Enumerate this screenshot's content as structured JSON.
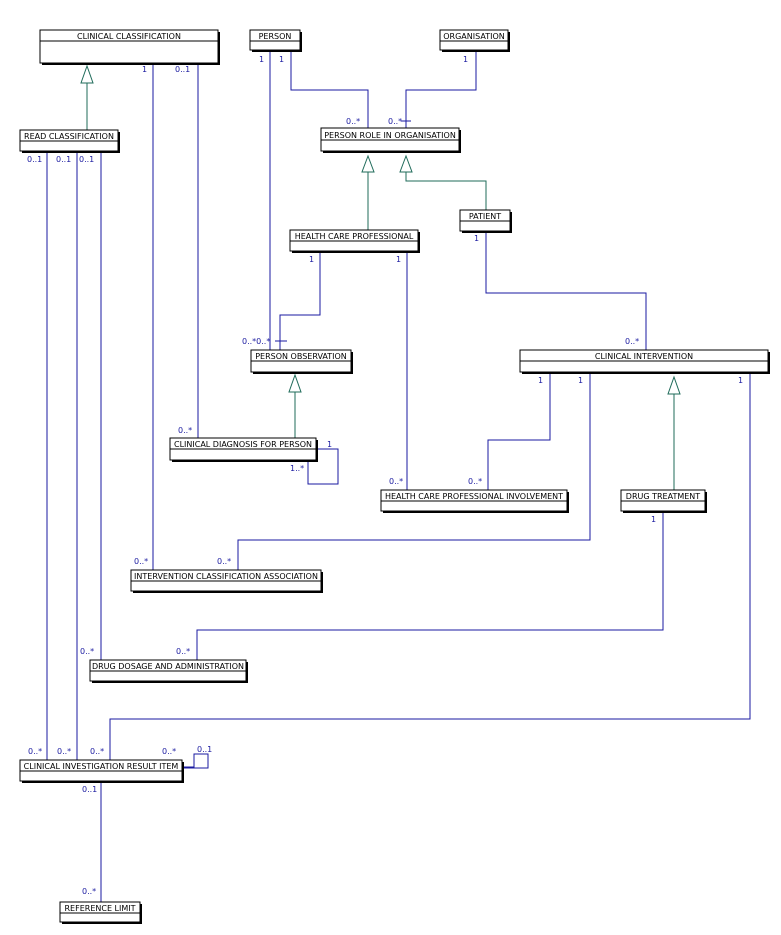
{
  "colors": {
    "association_line": "#1a1aa0",
    "generalization_line": "#1f6b5a",
    "box_border": "#000000",
    "box_shadow": "#000000",
    "multiplicity_text": "#1a1aa0"
  },
  "entities": {
    "clinical_classification": "CLINICAL CLASSIFICATION",
    "person": "PERSON",
    "organisation": "ORGANISATION",
    "read_classification": "READ CLASSIFICATION",
    "person_role_in_organisation": "PERSON ROLE IN ORGANISATION",
    "patient": "PATIENT",
    "health_care_professional": "HEALTH CARE PROFESSIONAL",
    "person_observation": "PERSON OBSERVATION",
    "clinical_intervention": "CLINICAL INTERVENTION",
    "clinical_diagnosis_for_person": "CLINICAL DIAGNOSIS FOR PERSON",
    "health_care_professional_involvement": "HEALTH CARE PROFESSIONAL INVOLVEMENT",
    "drug_treatment": "DRUG TREATMENT",
    "intervention_classification_association": "INTERVENTION CLASSIFICATION ASSOCIATION",
    "drug_dosage_and_administration": "DRUG DOSAGE AND ADMINISTRATION",
    "clinical_investigation_result_item": "CLINICAL INVESTIGATION RESULT ITEM",
    "reference_limit": "REFERENCE LIMIT"
  },
  "multiplicities": {
    "cc_1": "1",
    "cc_01": "0..1",
    "person_1a": "1",
    "person_1b": "1",
    "org_1": "1",
    "pro_many_a": "0..*",
    "pro_many_b": "0..*",
    "read_01a": "0..1",
    "read_01b": "0..1",
    "read_01c": "0..1",
    "hcp_1a": "1",
    "hcp_1b": "1",
    "patient_1": "1",
    "po_many": "0..*0..*",
    "ci_many": "0..*",
    "ci_1a": "1",
    "ci_1b": "1",
    "ci_1c": "1",
    "cdp_many": "0..*",
    "cdp_self_1": "1",
    "cdp_self_many": "1..*",
    "hcpi_many_a": "0..*",
    "hcpi_many_b": "0..*",
    "dt_1": "1",
    "ica_many_a": "0..*",
    "ica_many_b": "0..*",
    "dda_many_a": "0..*",
    "dda_many_b": "0..*",
    "ciri_many_a": "0..*",
    "ciri_many_b": "0..*",
    "ciri_many_c": "0..*",
    "ciri_many_d": "0..*",
    "ciri_self_01": "0..1",
    "ciri_01": "0..1",
    "rl_many": "0..*"
  }
}
